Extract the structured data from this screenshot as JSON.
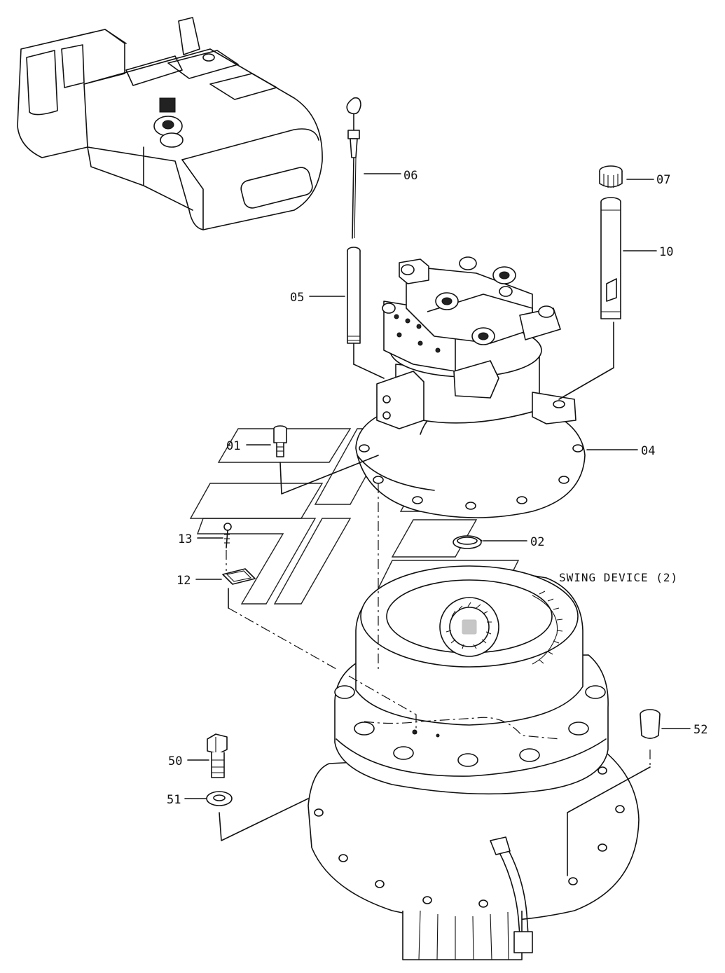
{
  "caption": "SWING DEVICE (2)",
  "callouts": {
    "c01": "01",
    "c02": "02",
    "c04": "04",
    "c05": "05",
    "c06": "06",
    "c07": "07",
    "c10": "10",
    "c12": "12",
    "c13": "13",
    "c50": "50",
    "c51": "51",
    "c52": "52"
  }
}
